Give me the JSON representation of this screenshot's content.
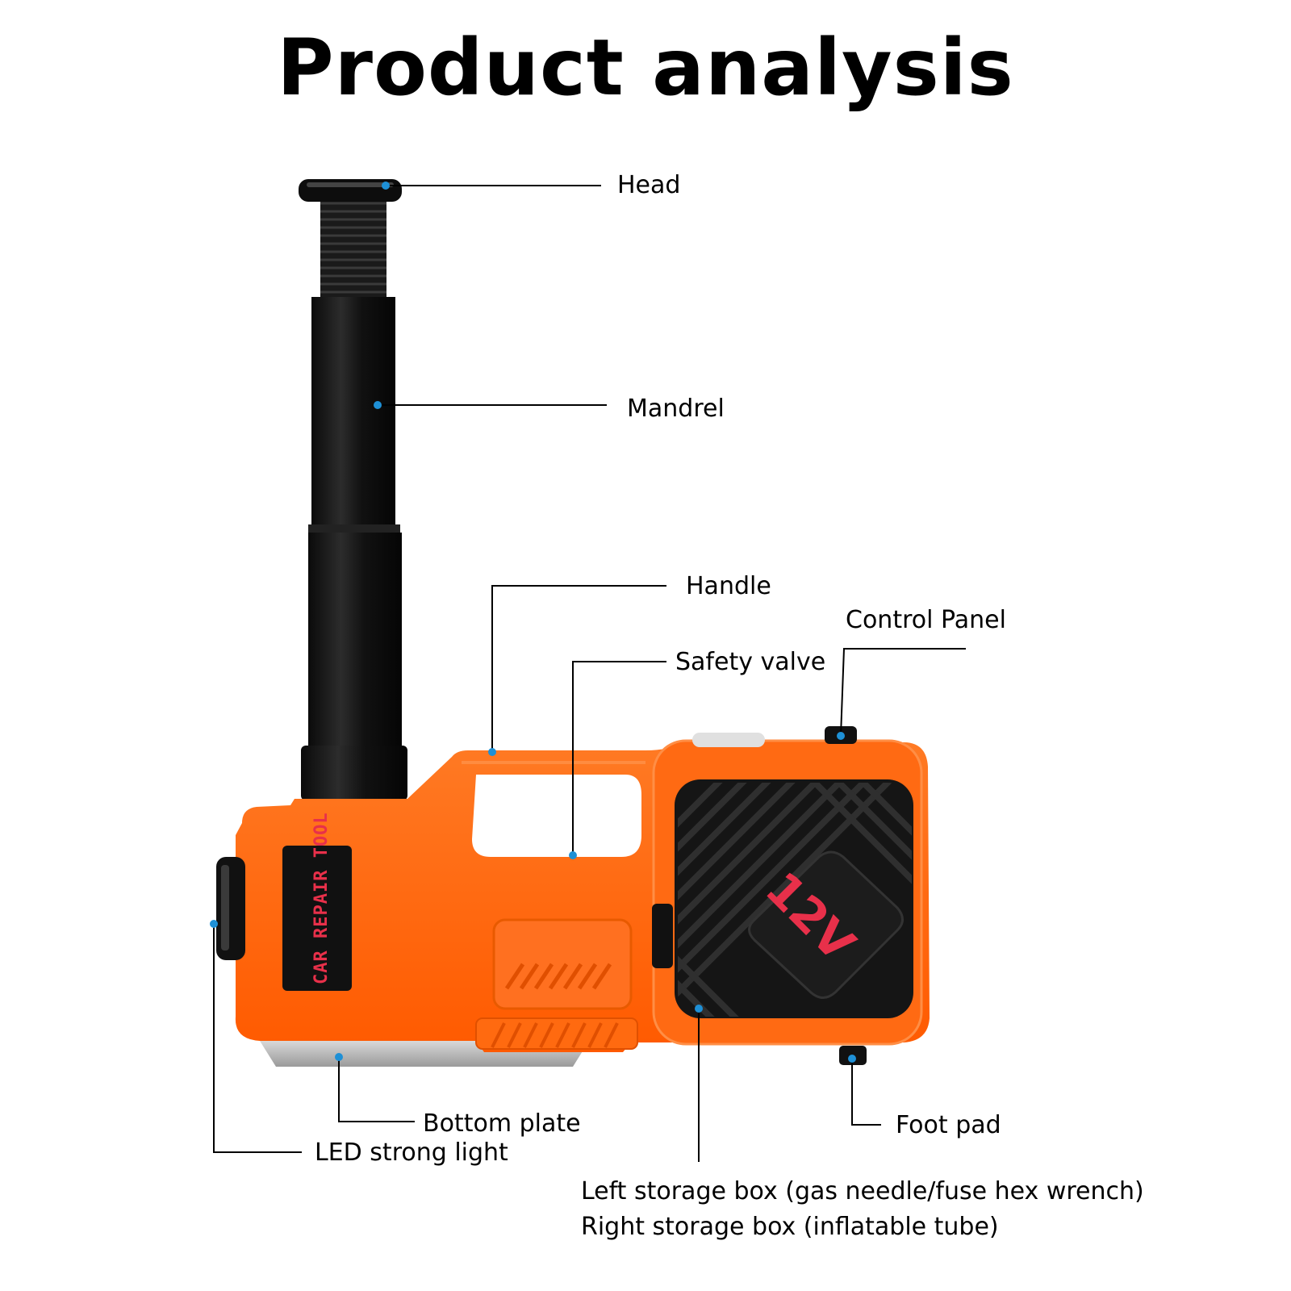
{
  "title": "Product analysis",
  "product": {
    "badge_text": "CAR REPAIR TOOL",
    "voltage_text": "12V"
  },
  "labels": {
    "head": "Head",
    "mandrel": "Mandrel",
    "handle": "Handle",
    "control_panel": "Control Panel",
    "safety_valve": "Safety valve",
    "bottom_plate": "Bottom plate",
    "led_light": "LED strong light",
    "foot_pad": "Foot pad",
    "storage_left": "Left storage box (gas needle/fuse hex wrench)",
    "storage_right": "Right storage box (inflatable tube)"
  },
  "colors": {
    "body": "#ff6a13",
    "body_dark": "#e85400",
    "metal": "#111111",
    "dot": "#1e90d6",
    "badge_text": "#e8304a"
  }
}
